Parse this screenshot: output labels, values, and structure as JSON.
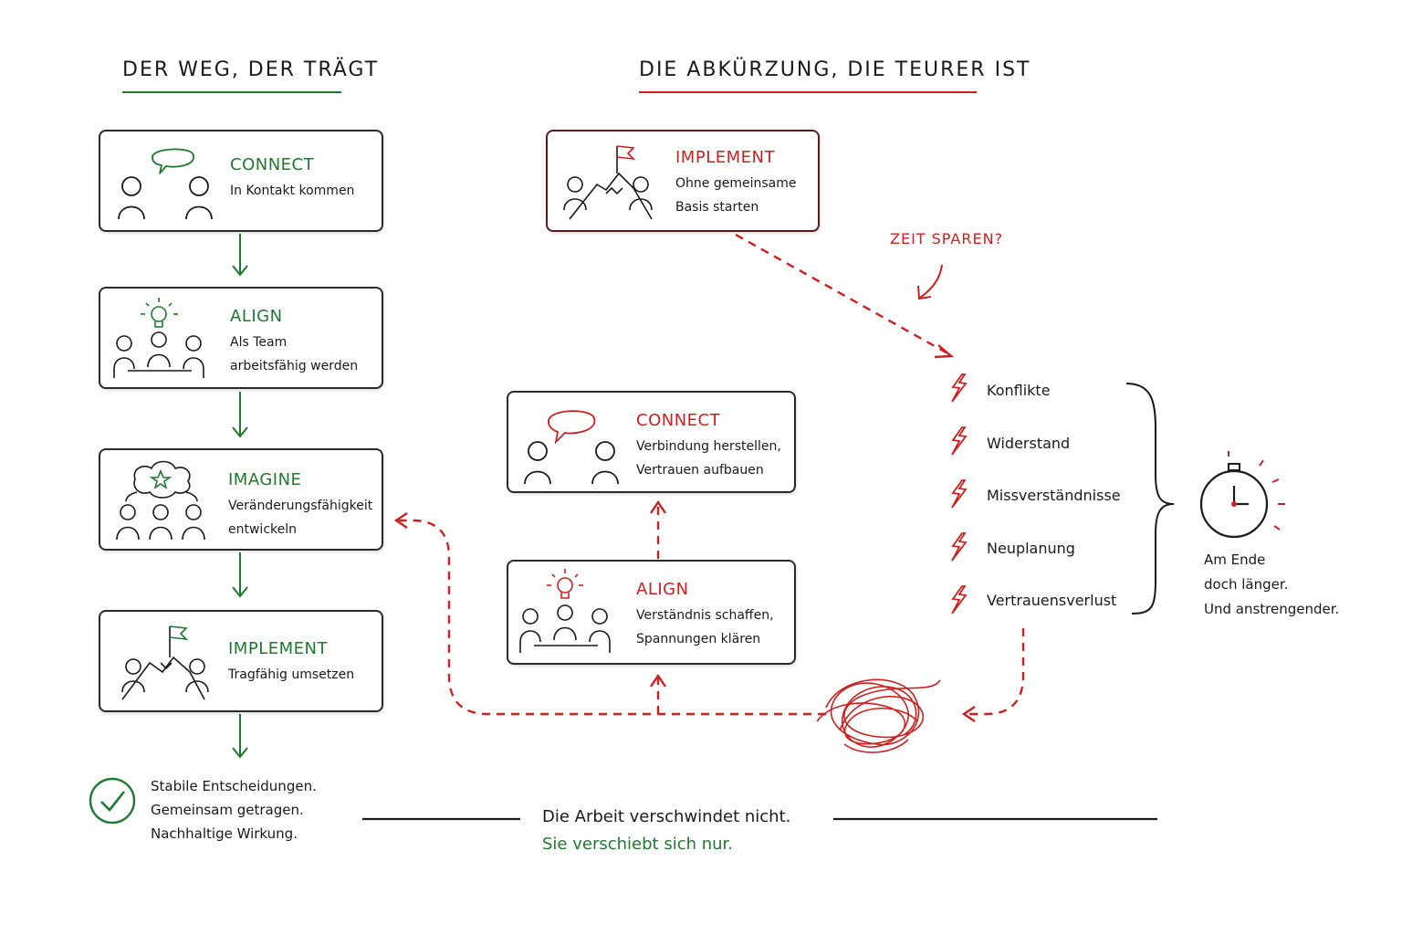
{
  "left": {
    "heading": "DER WEG, DER TRÄGT",
    "steps": [
      {
        "title": "CONNECT",
        "lines": [
          "In Kontakt kommen"
        ]
      },
      {
        "title": "ALIGN",
        "lines": [
          "Als Team",
          "arbeitsfähig werden"
        ]
      },
      {
        "title": "IMAGINE",
        "lines": [
          "Veränderungsfähigkeit",
          "entwickeln"
        ]
      },
      {
        "title": "IMPLEMENT",
        "lines": [
          "Tragfähig umsetzen"
        ]
      }
    ],
    "result": [
      "Stabile Entscheidungen.",
      "Gemeinsam getragen.",
      "Nachhaltige Wirkung."
    ]
  },
  "right": {
    "heading": "DIE ABKÜRZUNG, DIE TEURER IST",
    "implement": {
      "title": "IMPLEMENT",
      "lines": [
        "Ohne gemeinsame",
        "Basis starten"
      ]
    },
    "question": "ZEIT SPAREN?",
    "issues": [
      "Konflikte",
      "Widerstand",
      "Missverständnisse",
      "Neuplanung",
      "Vertrauensverlust"
    ],
    "timer_note": [
      "Am Ende",
      "doch länger.",
      "Und anstrengender."
    ],
    "connect": {
      "title": "CONNECT",
      "lines": [
        "Verbindung herstellen,",
        "Vertrauen aufbauen"
      ]
    },
    "align": {
      "title": "ALIGN",
      "lines": [
        "Verständnis schaffen,",
        "Spannungen klären"
      ]
    }
  },
  "footer": {
    "line1": "Die Arbeit verschwindet nicht.",
    "line2": "Sie verschiebt sich nur."
  },
  "icons": {
    "people-speech": "people-with-speech-bubble-icon",
    "team-idea": "team-with-lightbulb-icon",
    "imagine": "thought-cloud-star-icon",
    "summit": "mountain-flag-icon",
    "check": "check-circle-icon",
    "lightning": "lightning-icon",
    "stopwatch": "stopwatch-icon",
    "tangle": "scribble-tangle-icon"
  },
  "colors": {
    "green": "#1e7a2e",
    "red": "#d01f1f",
    "ink": "#1a1a1a"
  }
}
